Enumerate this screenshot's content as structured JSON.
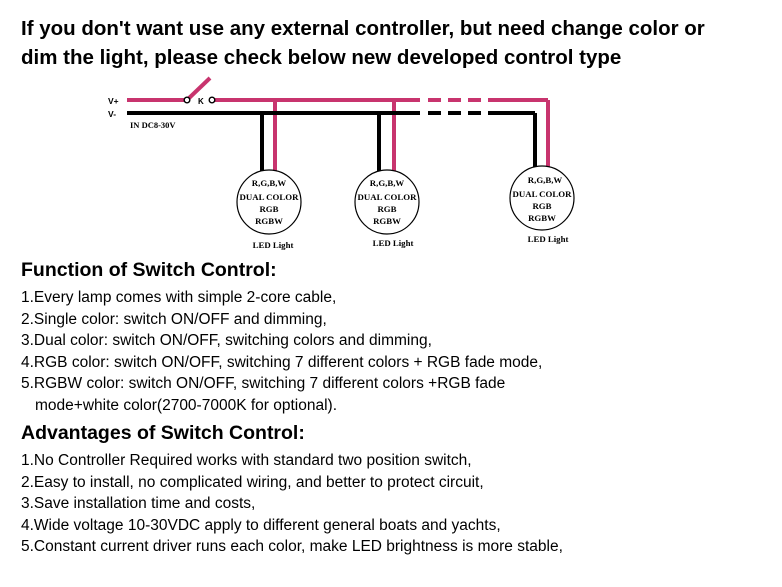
{
  "headline": {
    "line1": "If you don't want use any external controller, but need change color or",
    "line2": "dim the light, please check below new developed control type"
  },
  "diagram": {
    "vplus_label": "V+",
    "vminus_label": "V-",
    "switch_label": "K",
    "input_label": "IN DC8-30V",
    "lights": [
      {
        "line1": "R,G,B,W",
        "line2": "DUAL COLOR",
        "line3": "RGB",
        "line4": "RGBW",
        "caption": "LED Light"
      },
      {
        "line1": "R,G,B,W",
        "line2": "DUAL COLOR",
        "line3": "RGB",
        "line4": "RGBW",
        "caption": "LED Light"
      },
      {
        "line1": "R,G,B,W",
        "line2": "DUAL COLOR",
        "line3": "RGB",
        "line4": "RGBW",
        "caption": "LED Light"
      }
    ],
    "colors": {
      "positive_wire": "#c8346e",
      "negative_wire": "#000000"
    }
  },
  "function": {
    "title": "Function of Switch Control:",
    "items": [
      "1.Every lamp comes with simple 2-core cable,",
      "2.Single color: switch ON/OFF and dimming,",
      "3.Dual color: switch ON/OFF, switching colors and dimming,",
      "4.RGB color: switch ON/OFF, switching 7 different colors + RGB fade mode,",
      "5.RGBW color: switch ON/OFF, switching 7 different colors +RGB fade",
      "mode+white color(2700-7000K for optional)."
    ]
  },
  "advantages": {
    "title": "Advantages of Switch Control:",
    "items": [
      "1.No Controller Required works with standard two position switch,",
      "2.Easy to install, no complicated wiring, and better to protect circuit,",
      "3.Save installation time and costs,",
      "4.Wide voltage 10-30VDC apply to different general boats and yachts,",
      "5.Constant current driver runs each color, make LED brightness is more stable,"
    ]
  }
}
